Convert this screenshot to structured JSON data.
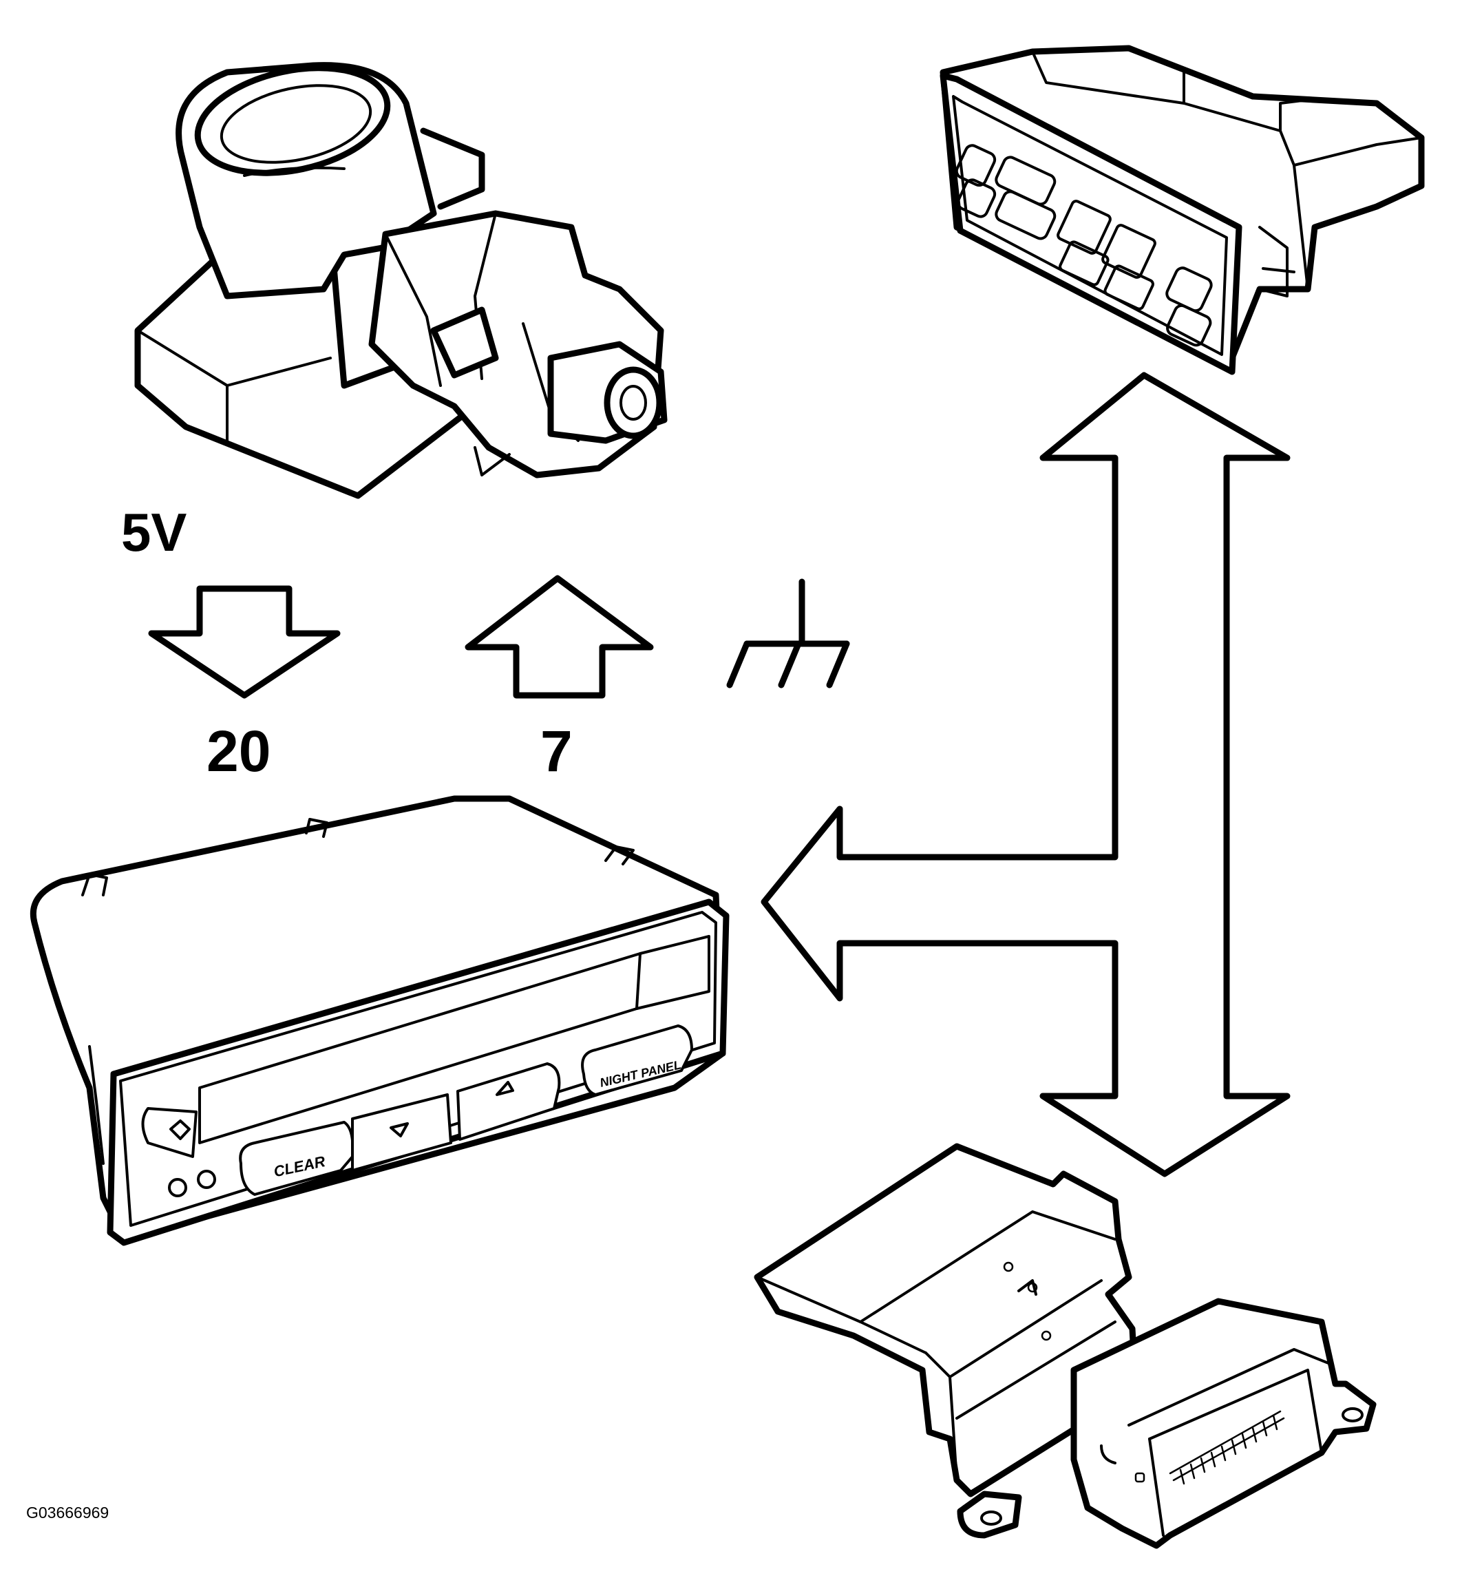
{
  "labels": {
    "voltage": "5V",
    "pin_output": "20",
    "pin_input": "7",
    "figure_code": "G03666969"
  },
  "display_unit": {
    "clear_button": "CLEAR",
    "night_panel_button": "NIGHT PANEL"
  }
}
